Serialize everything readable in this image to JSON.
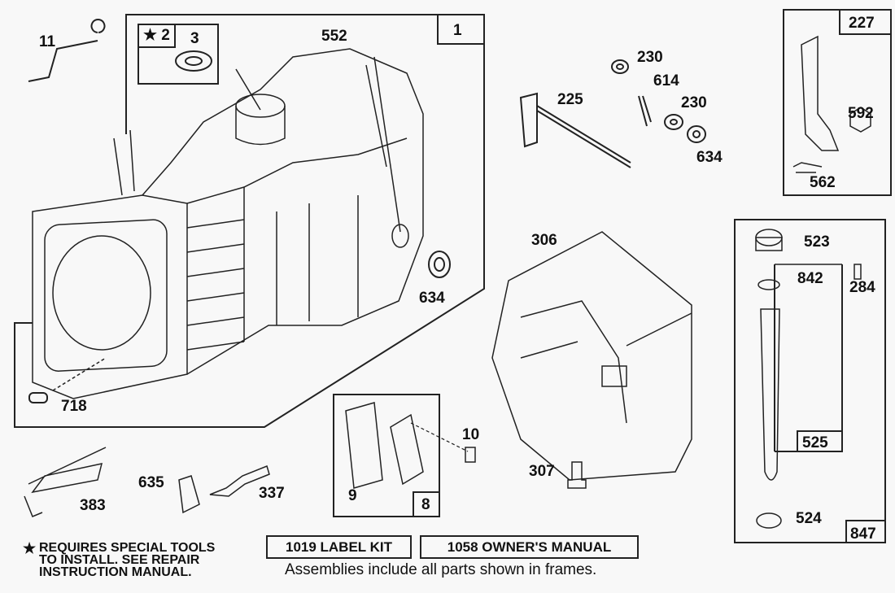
{
  "parts": {
    "p1": "1",
    "p2": "★ 2",
    "p3": "3",
    "p552": "552",
    "p11": "11",
    "p634a": "634",
    "p718": "718",
    "p225": "225",
    "p230a": "230",
    "p614": "614",
    "p230b": "230",
    "p634b": "634",
    "p227": "227",
    "p592": "592",
    "p562": "562",
    "p306": "306",
    "p307": "307",
    "p523": "523",
    "p842": "842",
    "p284": "284",
    "p525": "525",
    "p524": "524",
    "p847": "847",
    "p9": "9",
    "p8": "8",
    "p10": "10",
    "p383": "383",
    "p635": "635",
    "p337": "337"
  },
  "footer": {
    "special_tools_note": "REQUIRES SPECIAL TOOLS TO INSTALL.  SEE REPAIR INSTRUCTION MANUAL.",
    "special_tools_line1": "REQUIRES SPECIAL TOOLS",
    "special_tools_line2": "TO INSTALL.  SEE REPAIR",
    "special_tools_line3": "INSTRUCTION MANUAL.",
    "star": "★",
    "label_kit": "1019 LABEL KIT",
    "owners_manual": "1058 OWNER'S MANUAL",
    "assemblies_note": "Assemblies include all parts shown in frames."
  }
}
